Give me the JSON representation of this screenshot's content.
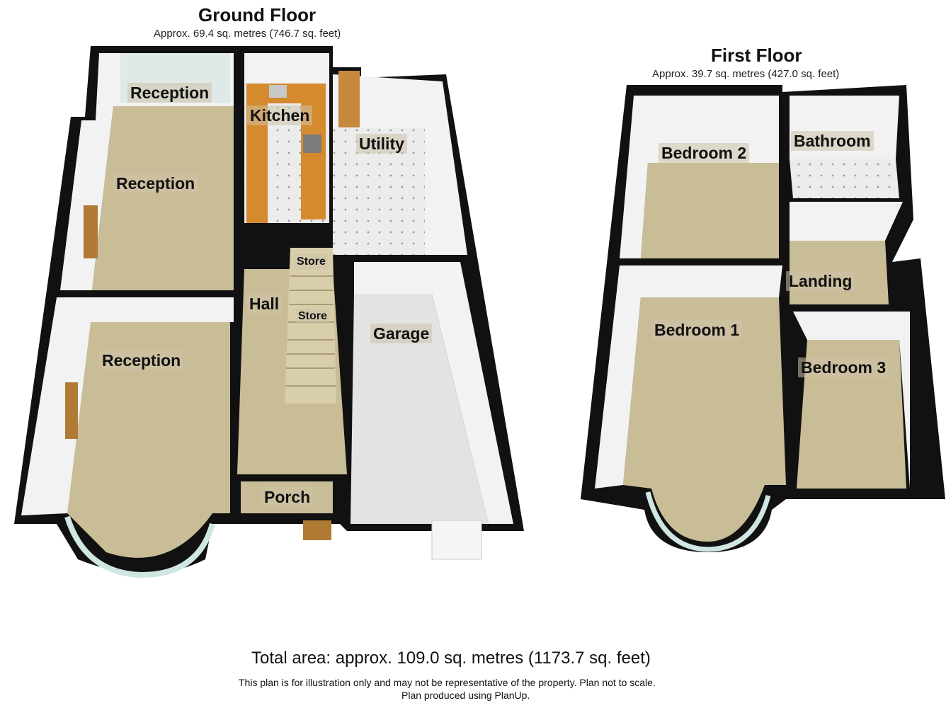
{
  "ground_floor": {
    "title": "Ground Floor",
    "area": "Approx. 69.4 sq. metres (746.7 sq. feet)",
    "rooms": [
      "Reception",
      "Kitchen",
      "Utility",
      "Reception",
      "Hall",
      "Store",
      "Store",
      "Garage",
      "Reception",
      "Porch"
    ]
  },
  "first_floor": {
    "title": "First Floor",
    "area": "Approx. 39.7 sq. metres (427.0 sq. feet)",
    "rooms": [
      "Bedroom 2",
      "Bathroom",
      "Landing",
      "Bedroom 1",
      "Bedroom 3"
    ]
  },
  "footer": {
    "total": "Total area: approx. 109.0 sq. metres (1173.7 sq. feet)",
    "disclaimer": "This plan is for illustration only and may not be representative of the property. Plan not to scale.",
    "credit": "Plan produced using PlanUp."
  },
  "colors": {
    "wall": "#111111",
    "wall_face": "#f2f2f2",
    "carpet": "#c9bd97",
    "kitchen_counter": "#d68a2e",
    "tile": "#e8e8e8",
    "garage_floor": "#e3e3e3",
    "window": "#cfe6e2"
  }
}
